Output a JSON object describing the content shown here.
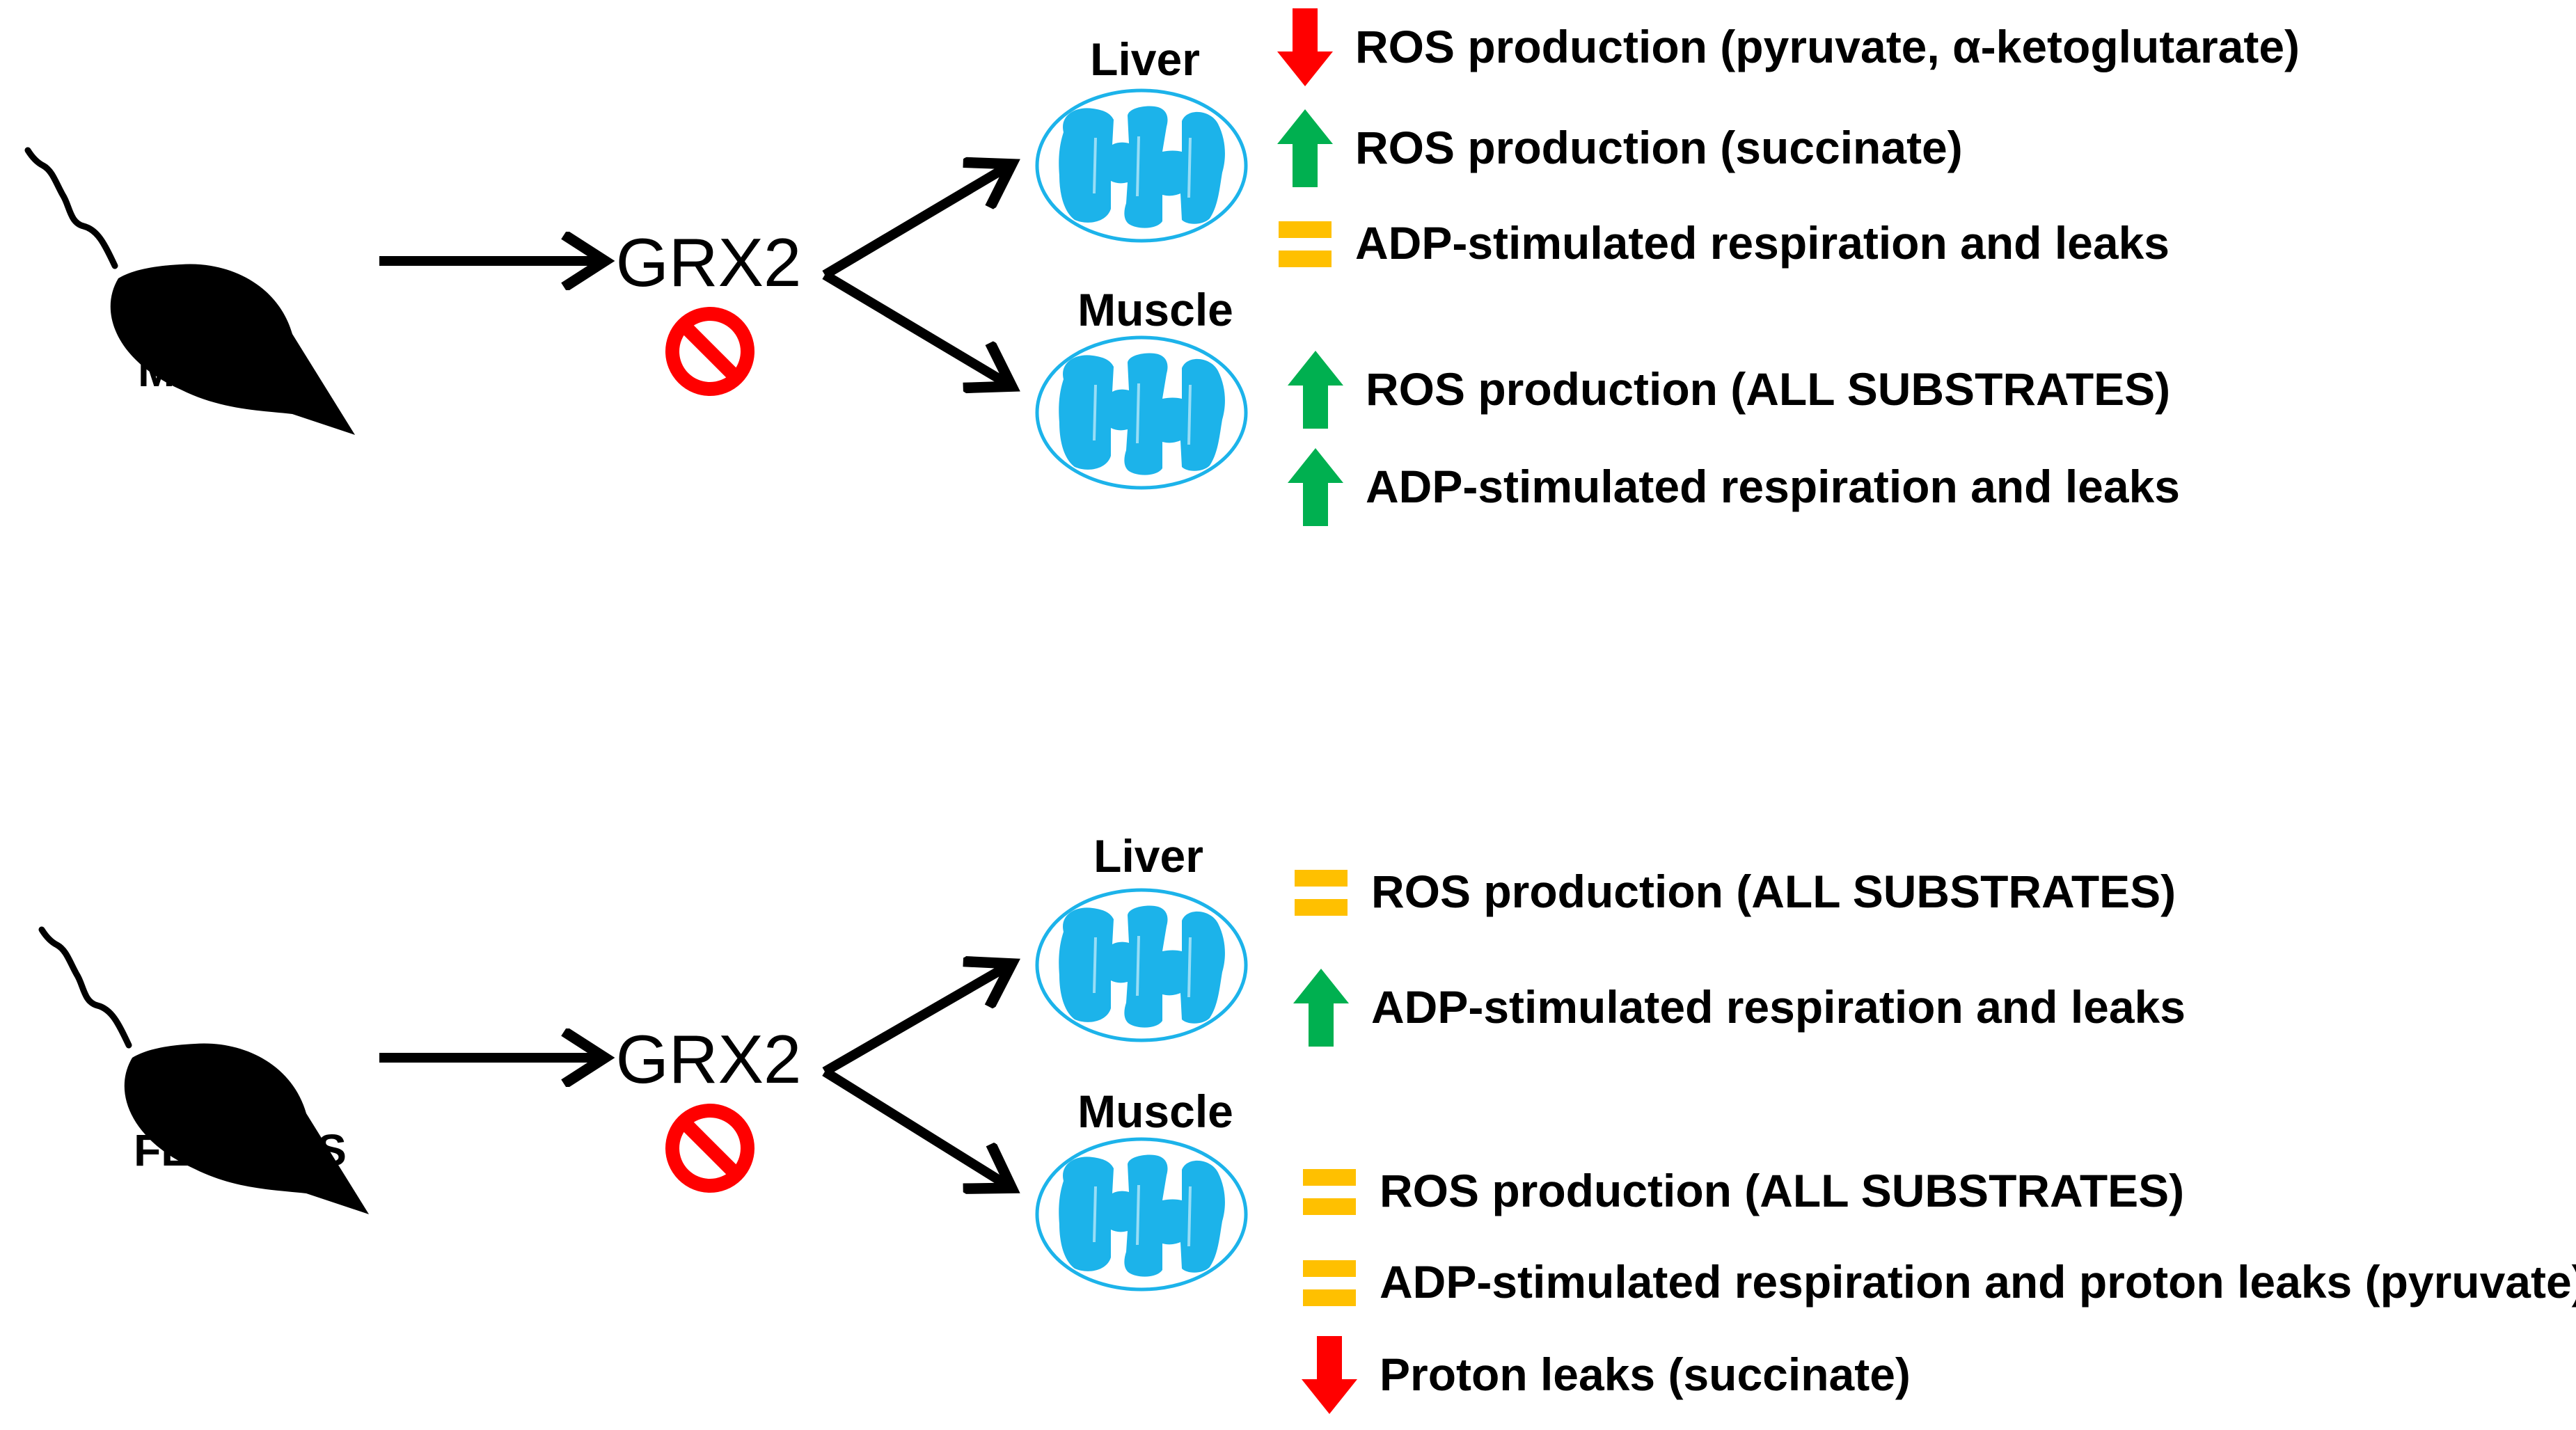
{
  "colors": {
    "down": "#ff0000",
    "up": "#00b050",
    "equal": "#ffc000",
    "mito_fill": "#1cb3ea",
    "mito_outline": "#1cb3ea",
    "inhibit": "#ff0000",
    "ink": "#000000"
  },
  "icons": {
    "animal": "mouse-silhouette",
    "gene_knockout": "prohibition-sign",
    "organelle": "mitochondrion",
    "down": "down-arrow",
    "up": "up-arrow",
    "equal": "equals-sign"
  },
  "panels": [
    {
      "sex": "MALES",
      "gene": "GRX2",
      "tissues": [
        {
          "name": "Liver",
          "effects": [
            {
              "dir": "down",
              "text": "ROS production (pyruvate, α-ketoglutarate)"
            },
            {
              "dir": "up",
              "text": "ROS production (succinate)"
            },
            {
              "dir": "equal",
              "text": "ADP-stimulated respiration and leaks"
            }
          ]
        },
        {
          "name": "Muscle",
          "effects": [
            {
              "dir": "up",
              "text": "ROS production (ALL SUBSTRATES)"
            },
            {
              "dir": "up",
              "text": "ADP-stimulated respiration and leaks"
            }
          ]
        }
      ]
    },
    {
      "sex": "FEMALES",
      "gene": "GRX2",
      "tissues": [
        {
          "name": "Liver",
          "effects": [
            {
              "dir": "equal",
              "text": "ROS production (ALL SUBSTRATES)"
            },
            {
              "dir": "up",
              "text": "ADP-stimulated respiration and leaks"
            }
          ]
        },
        {
          "name": "Muscle",
          "effects": [
            {
              "dir": "equal",
              "text": "ROS production (ALL SUBSTRATES)"
            },
            {
              "dir": "equal",
              "text": "ADP-stimulated respiration and proton leaks (pyruvate)"
            },
            {
              "dir": "down",
              "text": "Proton leaks (succinate)"
            }
          ]
        }
      ]
    }
  ]
}
